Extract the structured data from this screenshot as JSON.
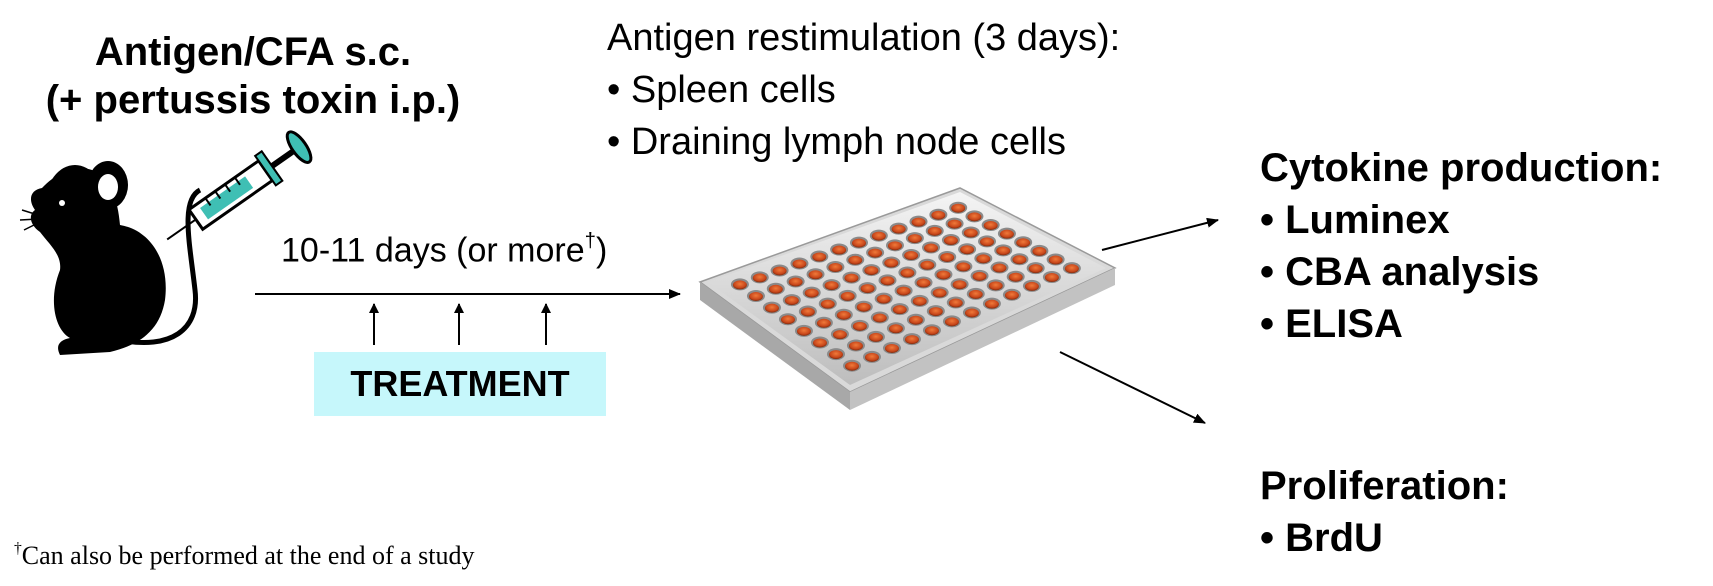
{
  "immunization": {
    "line1": "Antigen/CFA s.c.",
    "line2": "(+ pertussis toxin i.p.)"
  },
  "timeline": {
    "duration_text": "10-11 days (or more",
    "dagger": "†",
    "duration_close": ")",
    "treatment_label": "TREATMENT"
  },
  "restimulation": {
    "heading": "Antigen restimulation (3 days):",
    "items": [
      "• Spleen cells",
      "• Draining lymph node cells"
    ]
  },
  "cytokine": {
    "heading": "Cytokine production:",
    "items": [
      "• Luminex",
      "• CBA analysis",
      "• ELISA"
    ]
  },
  "proliferation": {
    "heading": "Proliferation:",
    "items": [
      "• BrdU"
    ]
  },
  "footnote": {
    "dagger": "†",
    "text": "Can also be performed at the end of a study"
  },
  "colors": {
    "treatment_box": "#c6f7fb",
    "well": "#c8461a",
    "syringe_fill": "#3fbfb4"
  },
  "icons": [
    "mouse-icon",
    "syringe-icon",
    "well-plate-icon"
  ]
}
